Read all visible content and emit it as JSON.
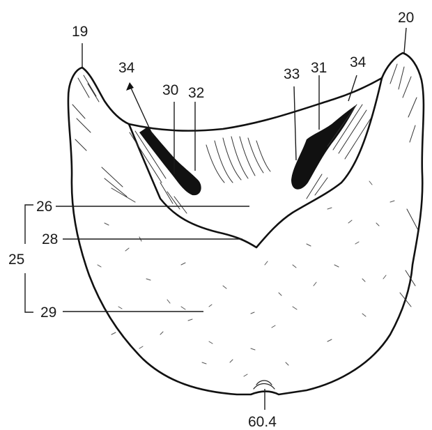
{
  "figure": {
    "labels": {
      "l19": "19",
      "l20": "20",
      "l34_left": "34",
      "l30": "30",
      "l32": "32",
      "l33": "33",
      "l31": "31",
      "l34_right": "34",
      "l26": "26",
      "l28": "28",
      "l25": "25",
      "l29": "29",
      "l604": "60.4"
    },
    "colors": {
      "ink": "#111111",
      "paper": "#ffffff"
    }
  }
}
